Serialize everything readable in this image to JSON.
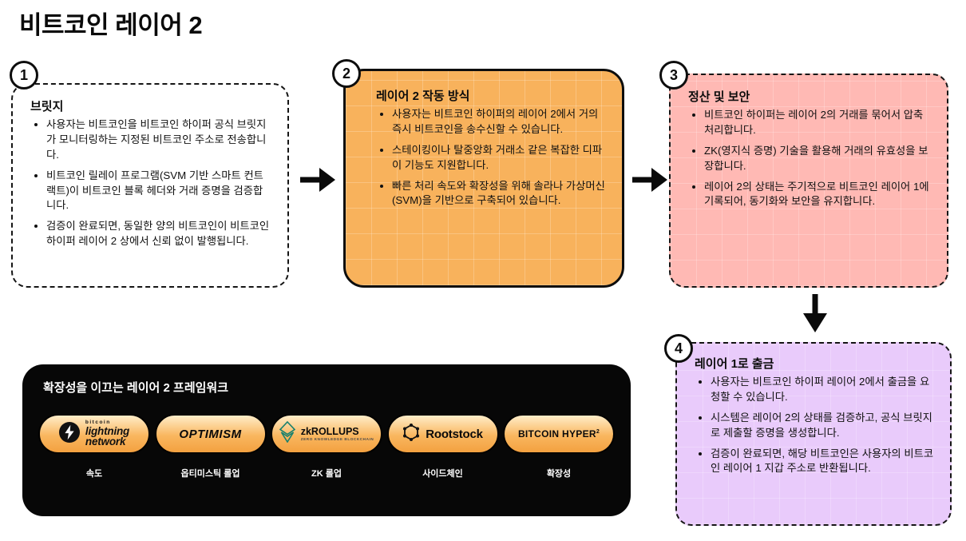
{
  "page_title": "비트코인 레이어 2",
  "steps": [
    {
      "number": "1",
      "title": "브릿지",
      "bullets": [
        "사용자는 비트코인을 비트코인 하이퍼 공식 브릿지가 모니터링하는 지정된 비트코인 주소로 전송합니다.",
        "비트코인 릴레이 프로그램(SVM 기반 스마트 컨트랙트)이 비트코인 블록 헤더와 거래 증명을 검증합니다.",
        "검증이 완료되면, 동일한 양의 비트코인이 비트코인 하이퍼 레이어 2 상에서 신뢰 없이 발행됩니다."
      ]
    },
    {
      "number": "2",
      "title": "레이어 2 작동 방식",
      "bullets": [
        "사용자는 비트코인 하이퍼의 레이어 2에서 거의 즉시 비트코인을 송수신할 수 있습니다.",
        "스테이킹이나 탈중앙화 거래소 같은 복잡한 디파이 기능도 지원합니다.",
        "빠른 처리 속도와 확장성을 위해 솔라나 가상머신(SVM)을 기반으로 구축되어 있습니다."
      ]
    },
    {
      "number": "3",
      "title": "정산 및 보안",
      "bullets": [
        "비트코인 하이퍼는 레이어 2의 거래를 묶어서 압축 처리합니다.",
        "ZK(영지식 증명) 기술을 활용해 거래의 유효성을 보장합니다.",
        "레이어 2의 상태는 주기적으로 비트코인 레이어 1에 기록되어, 동기화와 보안을 유지합니다."
      ]
    },
    {
      "number": "4",
      "title": "레이어 1로 출금",
      "bullets": [
        "사용자는 비트코인 하이퍼 레이어 2에서 출금을 요청할 수 있습니다.",
        "시스템은 레이어 2의 상태를 검증하고, 공식 브릿지로 제출할 증명을 생성합니다.",
        "검증이 완료되면, 해당 비트코인은 사용자의 비트코인 레이어 1 지갑 주소로 반환됩니다."
      ]
    }
  ],
  "frameworks": {
    "title": "확장성을 이끄는 레이어 2 프레임워크",
    "items": [
      {
        "brand_top": "bitcoin",
        "brand_line1": "lightning",
        "brand_line2": "network",
        "label": "속도"
      },
      {
        "brand": "OPTIMISM",
        "label": "옵티미스틱 롤업"
      },
      {
        "brand": "zkROLLUPS",
        "sub": "ZERO KNOWLEDGE BLOCKCHAIN",
        "label": "ZK 롤업"
      },
      {
        "brand": "Rootstock",
        "label": "사이드체인"
      },
      {
        "brand": "BITCOIN HYPER",
        "sup": "2",
        "label": "확장성"
      }
    ]
  },
  "colors": {
    "step2_bg": "#F8B25C",
    "step3_bg": "#FFB9B4",
    "step4_bg": "#E9CBFB",
    "panel_bg": "#070707",
    "pill_top": "#FFEDC9",
    "pill_bottom": "#F3A140",
    "border": "#111111"
  }
}
